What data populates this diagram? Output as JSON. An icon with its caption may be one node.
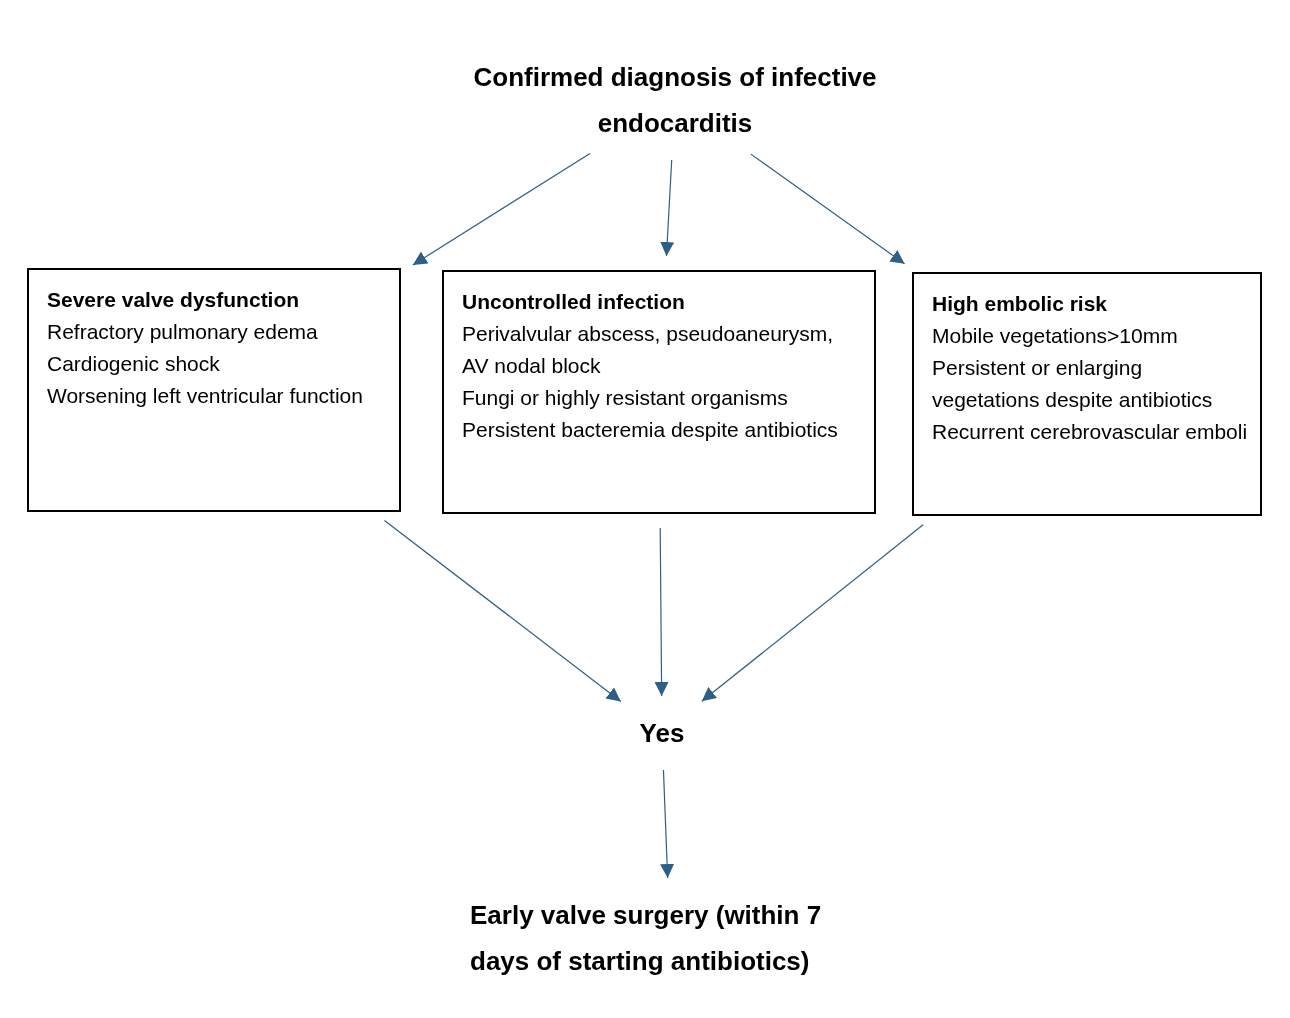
{
  "diagram": {
    "nodes": [
      {
        "text": [
          "Confirmed diagnosis of infective endocarditis"
        ]
      },
      {
        "text": [
          "Severe valve dysfunction",
          "Refractory pulmonary edema",
          "Cardiogenic shock",
          "Worsening left ventricular function"
        ]
      },
      {
        "text": [
          "Uncontrolled infection",
          "Perivalvular abscess, pseudoaneurysm, AV nodal block",
          "Fungi or highly resistant organisms",
          "Persistent bacteremia despite antibiotics"
        ]
      },
      {
        "text": [
          "High embolic risk",
          "Mobile vegetations>10mm",
          "Persistent or enlarging vegetations despite antibiotics",
          "Recurrent cerebrovascular emboli"
        ]
      },
      {
        "text": [
          "Yes"
        ]
      },
      {
        "text": [
          "Early valve surgery (within 7 days of starting antibiotics)"
        ]
      }
    ],
    "edges": [
      {
        "from": 0,
        "to": 1,
        "arrow": "to"
      },
      {
        "from": 0,
        "to": 2,
        "arrow": "to"
      },
      {
        "from": 0,
        "to": 3,
        "arrow": "to"
      },
      {
        "from": 1,
        "to": 4,
        "arrow": "to"
      },
      {
        "from": 2,
        "to": 4,
        "arrow": "to"
      },
      {
        "from": 3,
        "to": 4,
        "arrow": "to"
      },
      {
        "from": 4,
        "to": 5,
        "arrow": "to"
      }
    ]
  }
}
